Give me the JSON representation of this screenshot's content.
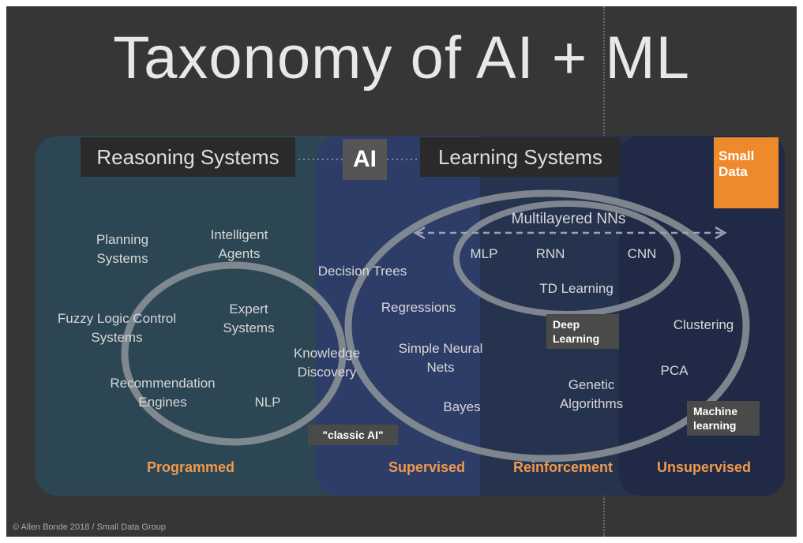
{
  "title": "Taxonomy of AI + ML",
  "headers": {
    "reasoning": "Reasoning Systems",
    "ai": "AI",
    "learning": "Learning Systems"
  },
  "badge": {
    "line1": "Small",
    "line2": "Data"
  },
  "reasoning_items": {
    "planning": "Planning Systems",
    "agents": "Intelligent Agents",
    "fuzzy": "Fuzzy Logic Control Systems",
    "expert": "Expert Systems",
    "knowledge": "Knowledge Discovery",
    "recommendation": "Recommendation Engines",
    "nlp": "NLP"
  },
  "learning_items": {
    "multilayered": "Multilayered NNs",
    "mlp": "MLP",
    "rnn": "RNN",
    "cnn": "CNN",
    "td": "TD Learning",
    "decision_trees": "Decision Trees",
    "regressions": "Regressions",
    "snn": "Simple Neural Nets",
    "bayes": "Bayes",
    "genetic": "Genetic Algorithms",
    "clustering": "Clustering",
    "pca": "PCA"
  },
  "tags": {
    "deep_learning": "Deep Learning",
    "machine_learning": "Machine learning",
    "classic_ai": "\"classic AI\""
  },
  "categories": {
    "programmed": "Programmed",
    "supervised": "Supervised",
    "reinforcement": "Reinforcement",
    "unsupervised": "Unsupervised"
  },
  "copyright": "© Allen Bonde 2018 / Small Data Group",
  "colors": {
    "background": "#363636",
    "reasoning_panel": "#2c4653",
    "learning_panel": "#2d3d68",
    "accent_orange": "#f09a4d",
    "badge_orange": "#ee8a2b"
  }
}
